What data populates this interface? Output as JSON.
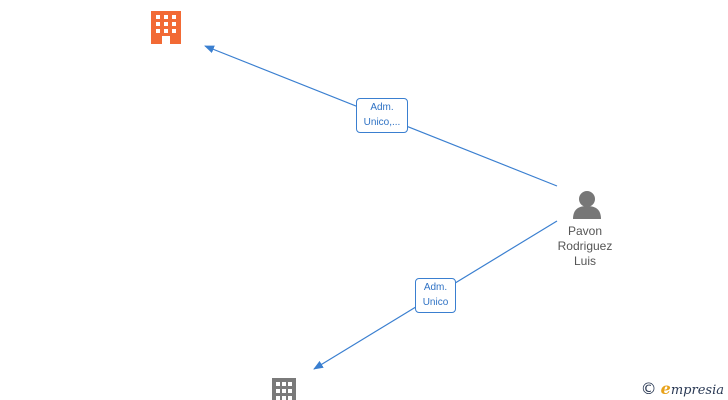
{
  "nodes": {
    "company_top": {
      "icon": "building-icon",
      "color": "#f26a35"
    },
    "company_bottom": {
      "icon": "building-icon",
      "color": "#7a7a7a"
    },
    "person": {
      "icon": "person-icon",
      "color": "#777777",
      "name_lines": [
        "Pavon",
        "Rodriguez",
        "Luis"
      ]
    }
  },
  "edges": [
    {
      "from": "person",
      "to": "company_top",
      "label_lines": [
        "Adm.",
        "Unico,..."
      ]
    },
    {
      "from": "person",
      "to": "company_bottom",
      "label_lines": [
        "Adm.",
        "Unico"
      ]
    }
  ],
  "colors": {
    "edge": "#3a7fd0",
    "label_text": "#2f72c4"
  },
  "watermark": {
    "symbol": "©",
    "brand_initial": "e",
    "brand_rest": "mpresia"
  }
}
